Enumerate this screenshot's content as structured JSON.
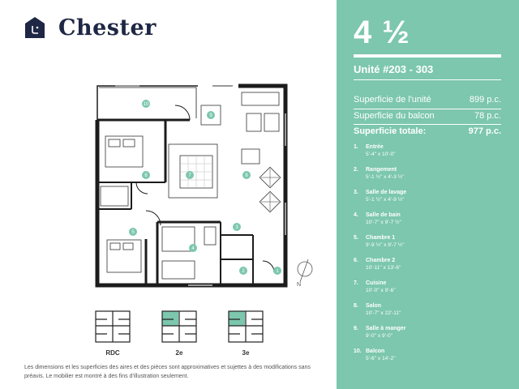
{
  "brand": {
    "name": "Chester"
  },
  "unit": {
    "type": "4 ½",
    "number": "Unité #203 - 303"
  },
  "areas": [
    {
      "label": "Superficie de l'unité",
      "value": "899 p.c."
    },
    {
      "label": "Superficie du balcon",
      "value": "78 p.c."
    },
    {
      "label": "Superficie totale:",
      "value": "977 p.c."
    }
  ],
  "rooms": [
    {
      "num": "1.",
      "name": "Entrée",
      "dim": "5'-4'' x 10'-0''"
    },
    {
      "num": "2.",
      "name": "Rangement",
      "dim": "5'-1 ½'' x 4'-3 ½''"
    },
    {
      "num": "3.",
      "name": "Salle de lavage",
      "dim": "5'-1 ½'' x 4'-9 ½''"
    },
    {
      "num": "4.",
      "name": "Salle de bain",
      "dim": "10'-7'' x 9'-7 ½''"
    },
    {
      "num": "5.",
      "name": "Chambre 1",
      "dim": "9'-9 ½'' x 9'-7 ½''"
    },
    {
      "num": "6.",
      "name": "Chambre 2",
      "dim": "10'-11'' x 13'-6''"
    },
    {
      "num": "7.",
      "name": "Cuisine",
      "dim": "10'-0'' x 9'-6''"
    },
    {
      "num": "8.",
      "name": "Salon",
      "dim": "10'-7'' x 22'-11''"
    },
    {
      "num": "9.",
      "name": "Salle à manger",
      "dim": "9'-0'' x 9'-0''"
    },
    {
      "num": "10.",
      "name": "Balcon",
      "dim": "5'-6'' x 14'-2''"
    }
  ],
  "plan": {
    "markers": [
      "1",
      "2",
      "3",
      "4",
      "5",
      "6",
      "7",
      "8",
      "9",
      "10"
    ]
  },
  "floors": [
    {
      "label": "RDC"
    },
    {
      "label": "2e"
    },
    {
      "label": "3e"
    }
  ],
  "disclaimer": "Les dimensions et les superficies des aires et des pièces sont approximatives et sujettes à des modifications sans préavis. Le mobilier est montré à des fins d'illustration seulement.",
  "colors": {
    "panel": "#7cc7ad",
    "accent": "#7cc7ad",
    "brand": "#1e2744"
  },
  "icons": {
    "logo": "house-logo-icon",
    "north": "north-arrow-icon"
  }
}
